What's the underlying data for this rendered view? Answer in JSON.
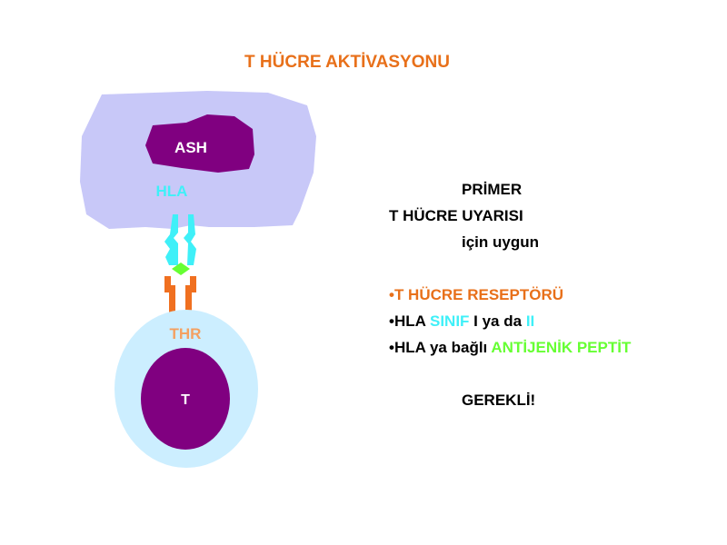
{
  "title": "T HÜCRE AKTİVASYONU",
  "labels": {
    "ash": "ASH",
    "hla": "HLA",
    "thr": "THR",
    "t": "T"
  },
  "text": {
    "line1": "PRİMER",
    "line2": "T HÜCRE UYARISI",
    "line3": "için uygun",
    "bullet1": "•T HÜCRE RESEPTÖRÜ",
    "bullet2_a": "•HLA ",
    "bullet2_b": "SINIF",
    "bullet2_c": " I ya da ",
    "bullet2_d": "II",
    "bullet3_a": "•HLA ya bağlı ",
    "bullet3_b": "ANTİJENİK PEPTİT",
    "conclusion": "GEREKLİ!"
  },
  "colors": {
    "title": "#e8701a",
    "apc_cell": "#c8c8f8",
    "nucleus": "#800080",
    "hla": "#3ff0f8",
    "receptor": "#f07020",
    "peptide": "#66ff33",
    "t_cell": "#cceeff",
    "thr_label": "#f4a060",
    "text": "#000000"
  }
}
